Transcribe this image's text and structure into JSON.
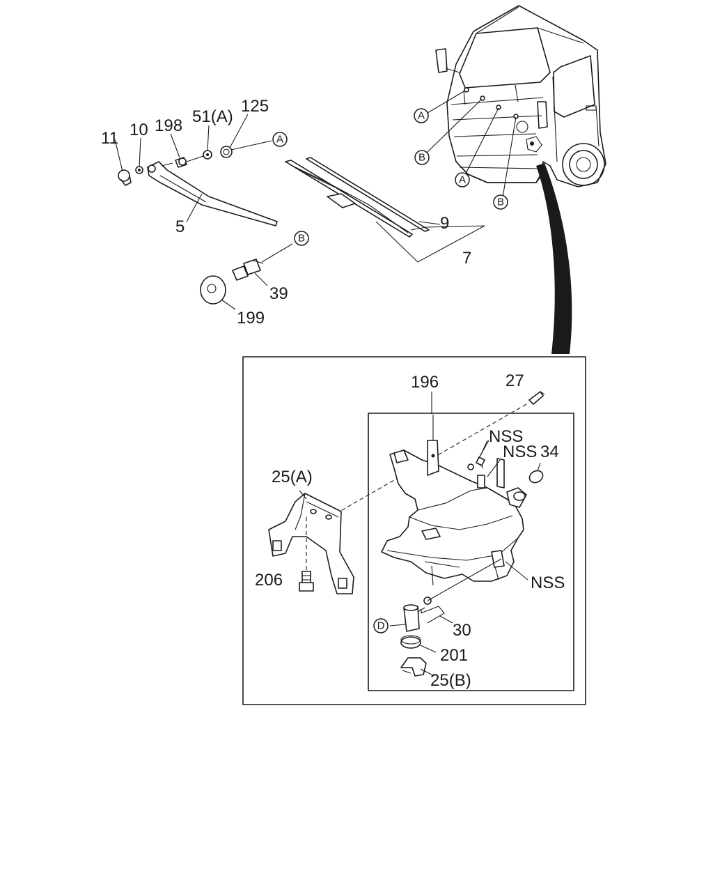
{
  "labels": {
    "p11": "11",
    "p10": "10",
    "p198": "198",
    "p51a": "51(A)",
    "p125": "125",
    "p5": "5",
    "p9": "9",
    "p7": "7",
    "p39": "39",
    "p199": "199",
    "p196": "196",
    "p27": "27",
    "p25a": "25(A)",
    "p206": "206",
    "nss1": "NSS",
    "nss2": "NSS",
    "p34": "34",
    "nss3": "NSS",
    "p30": "30",
    "p201": "201",
    "p25b": "25(B)"
  },
  "markers": {
    "a": "A",
    "b": "B",
    "d": "D"
  }
}
